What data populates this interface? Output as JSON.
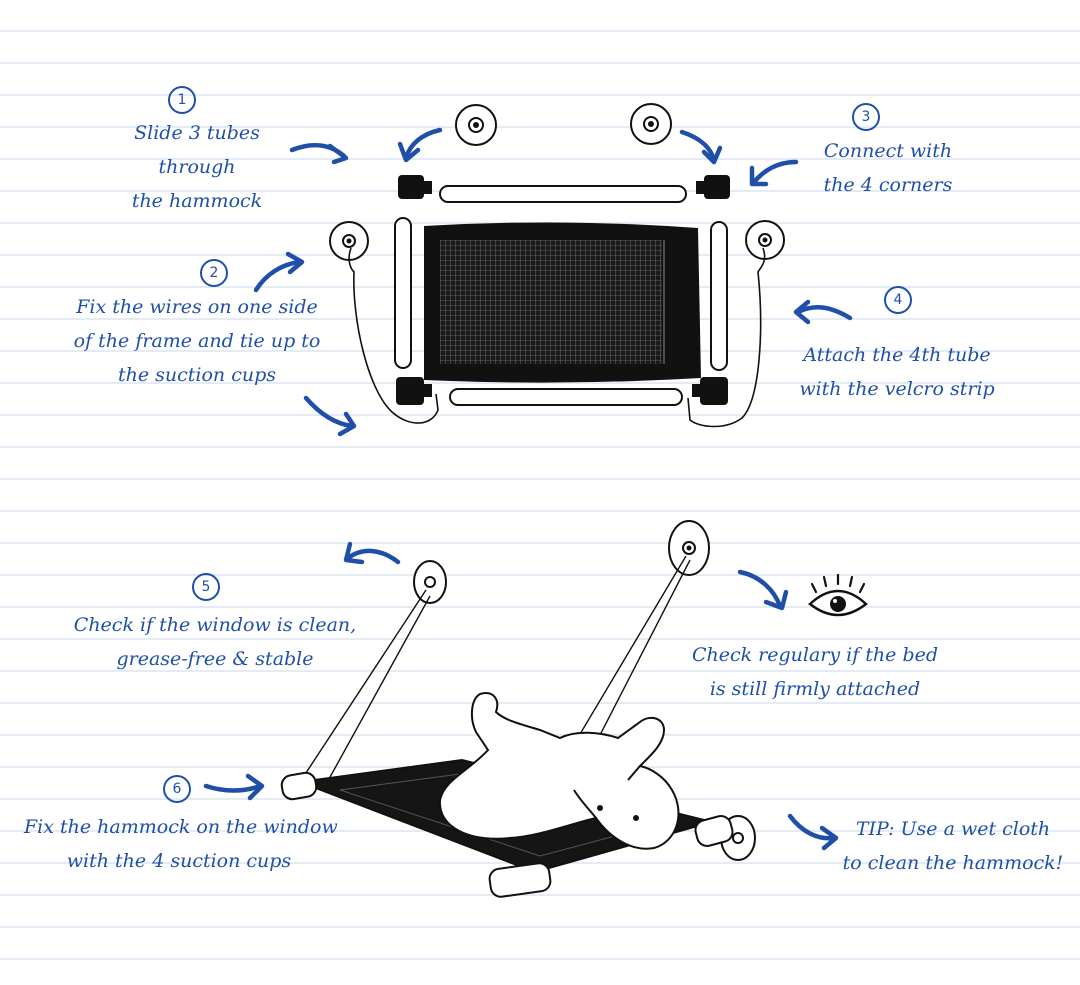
{
  "steps": [
    {
      "number": "1",
      "lines": [
        "Slide 3 tubes",
        "through",
        "the hammock"
      ]
    },
    {
      "number": "2",
      "lines": [
        "Fix the wires on one side",
        "of the frame and tie up to",
        "the suction cups"
      ]
    },
    {
      "number": "3",
      "lines": [
        "Connect with",
        "the 4 corners"
      ]
    },
    {
      "number": "4",
      "lines": [
        "Attach the 4th tube",
        "with the velcro strip"
      ]
    },
    {
      "number": "5",
      "lines": [
        "Check if the window is clean,",
        "grease-free & stable"
      ]
    },
    {
      "number": "6",
      "lines": [
        "Fix the hammock on the window",
        "with the 4 suction cups"
      ]
    }
  ],
  "check_note": {
    "lines": [
      "Check regulary if the bed",
      "is still firmly attached"
    ],
    "icon": "eye-icon"
  },
  "tip": {
    "lines": [
      "TIP: Use a wet cloth",
      "to clean the hammock!"
    ]
  },
  "colors": {
    "ink": "#1f4fa8",
    "line": "#111111",
    "ruled_lines": "#e3ebf4",
    "background": "#ffffff"
  }
}
